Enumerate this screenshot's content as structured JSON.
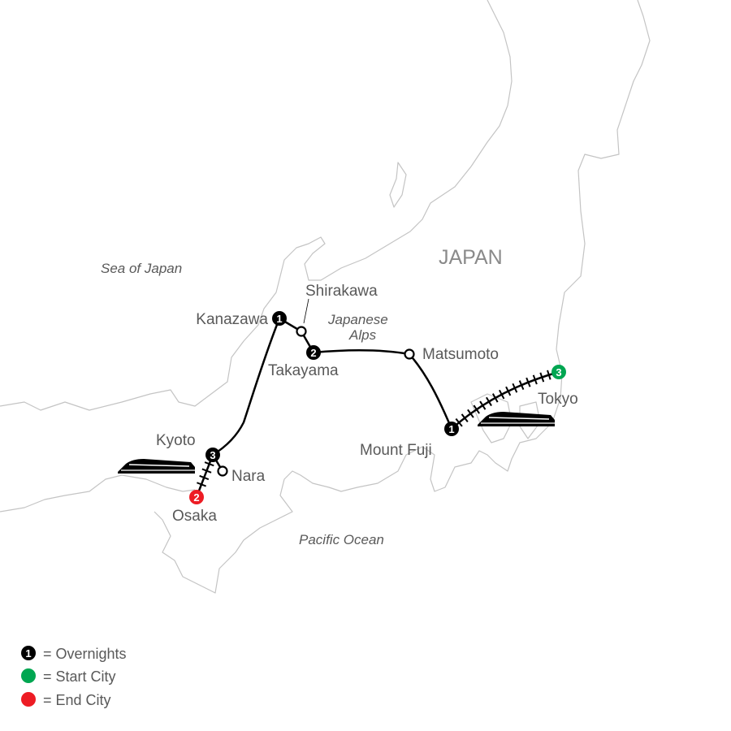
{
  "map": {
    "country_label": "JAPAN",
    "water_labels": {
      "sea_of_japan": "Sea of Japan",
      "pacific_ocean": "Pacific Ocean"
    },
    "region_labels": {
      "japanese_alps_line1": "Japanese",
      "japanese_alps_line2": "Alps"
    },
    "cities": [
      {
        "name": "Tokyo",
        "overnights": "3",
        "type": "start"
      },
      {
        "name": "Mount Fuji",
        "overnights": "1",
        "type": "overnight"
      },
      {
        "name": "Matsumoto",
        "overnights": "",
        "type": "stop"
      },
      {
        "name": "Takayama",
        "overnights": "2",
        "type": "overnight"
      },
      {
        "name": "Shirakawa",
        "overnights": "",
        "type": "stop"
      },
      {
        "name": "Kanazawa",
        "overnights": "1",
        "type": "overnight"
      },
      {
        "name": "Kyoto",
        "overnights": "3",
        "type": "overnight"
      },
      {
        "name": "Nara",
        "overnights": "",
        "type": "stop"
      },
      {
        "name": "Osaka",
        "overnights": "2",
        "type": "end"
      }
    ],
    "colors": {
      "start": "#00a651",
      "end": "#ed1c24",
      "overnight": "#000000",
      "coast": "#c4c4c4"
    }
  },
  "legend": {
    "items": [
      {
        "symbol": "1",
        "label": "= Overnights"
      },
      {
        "symbol": "",
        "label": "= Start City"
      },
      {
        "symbol": "",
        "label": "= End City"
      }
    ]
  }
}
